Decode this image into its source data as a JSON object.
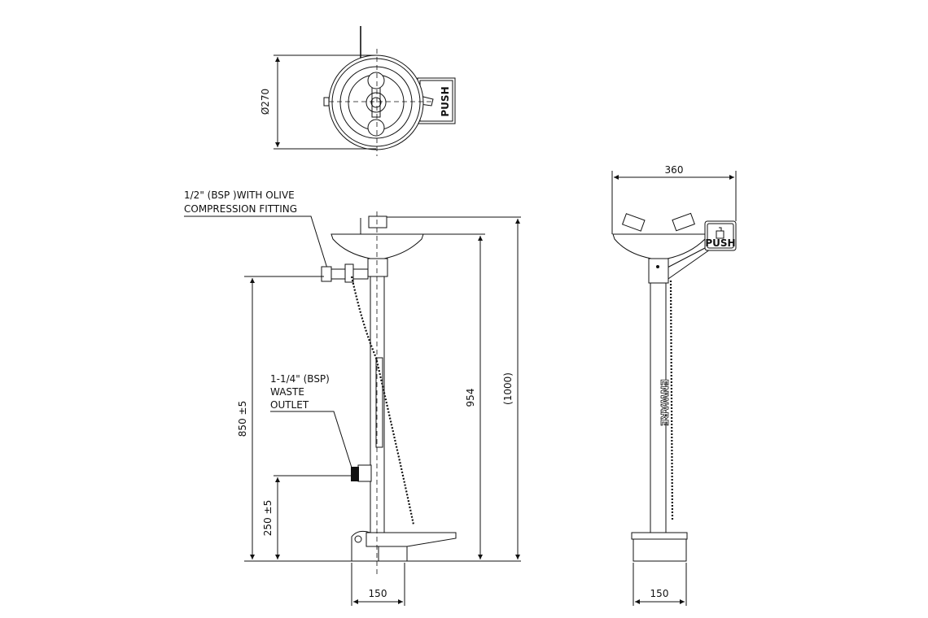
{
  "top_view": {
    "dia_label": "Ø270",
    "push_label": "PUSH"
  },
  "side_view": {
    "inlet_note_line1": "1/2\" (BSP )WITH OLIVE",
    "inlet_note_line2": "COMPRESSION FITTING",
    "waste_note_line1": "1-1/4\" (BSP)",
    "waste_note_line2": "WASTE",
    "waste_note_line3": "OUTLET",
    "dim_inlet_height": "850 ±5",
    "dim_waste_height": "250 ±5",
    "dim_bowl_height": "954",
    "dim_overall_height": "(1000)",
    "dim_base_width": "150"
  },
  "front_view": {
    "dim_width": "360",
    "dim_base_width": "150",
    "push_label": "PUSH",
    "brand_logo": "ENWARE"
  }
}
